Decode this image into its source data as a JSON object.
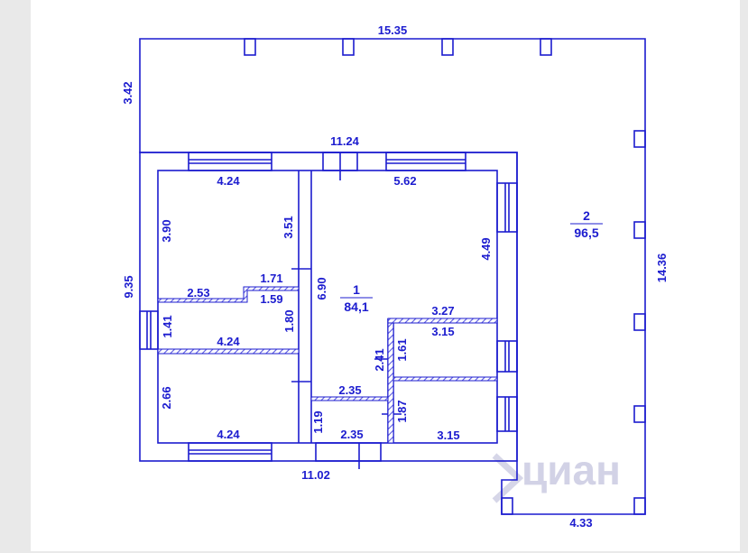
{
  "colors": {
    "line": "#1c1ccf",
    "hatch": "#6a6ae0",
    "sheet": "#ffffff",
    "background": "#e9e9e9",
    "watermark": "#d2d2e6"
  },
  "watermark": {
    "icon": "cian-logo-icon",
    "text": "циан"
  },
  "rooms": [
    {
      "number": "1",
      "area": "84,1"
    },
    {
      "number": "2",
      "area": "96,5"
    }
  ],
  "dims": {
    "terrace_top": "15.35",
    "terrace_left": "3.42",
    "terrace_right": "14.36",
    "terrace_bottom": "4.33",
    "house_top": "11.24",
    "house_bottom": "11.02",
    "house_left": "9.35",
    "room_tl_width": "4.24",
    "room_tl_height": "3.90",
    "partition_height": "3.51",
    "hall_width": "5.62",
    "hall_right": "4.49",
    "step_small": "1.71",
    "room_width_2_53": "2.53",
    "room_width_1_59": "1.59",
    "corridor_length": "6.90",
    "corridor_side": "1.80",
    "closet_height": "1.41",
    "room_mid_width": "4.24",
    "room_bl_height": "2.66",
    "room_bl_width": "4.24",
    "bath_top": "3.27",
    "bath_inner": "3.15",
    "bath_height": "1.61",
    "bath_side": "2.41",
    "wc_width_top": "2.35",
    "wc_width_bottom": "2.35",
    "wc_height": "1.19",
    "room_br_height": "1.87",
    "room_br_width": "3.15"
  }
}
